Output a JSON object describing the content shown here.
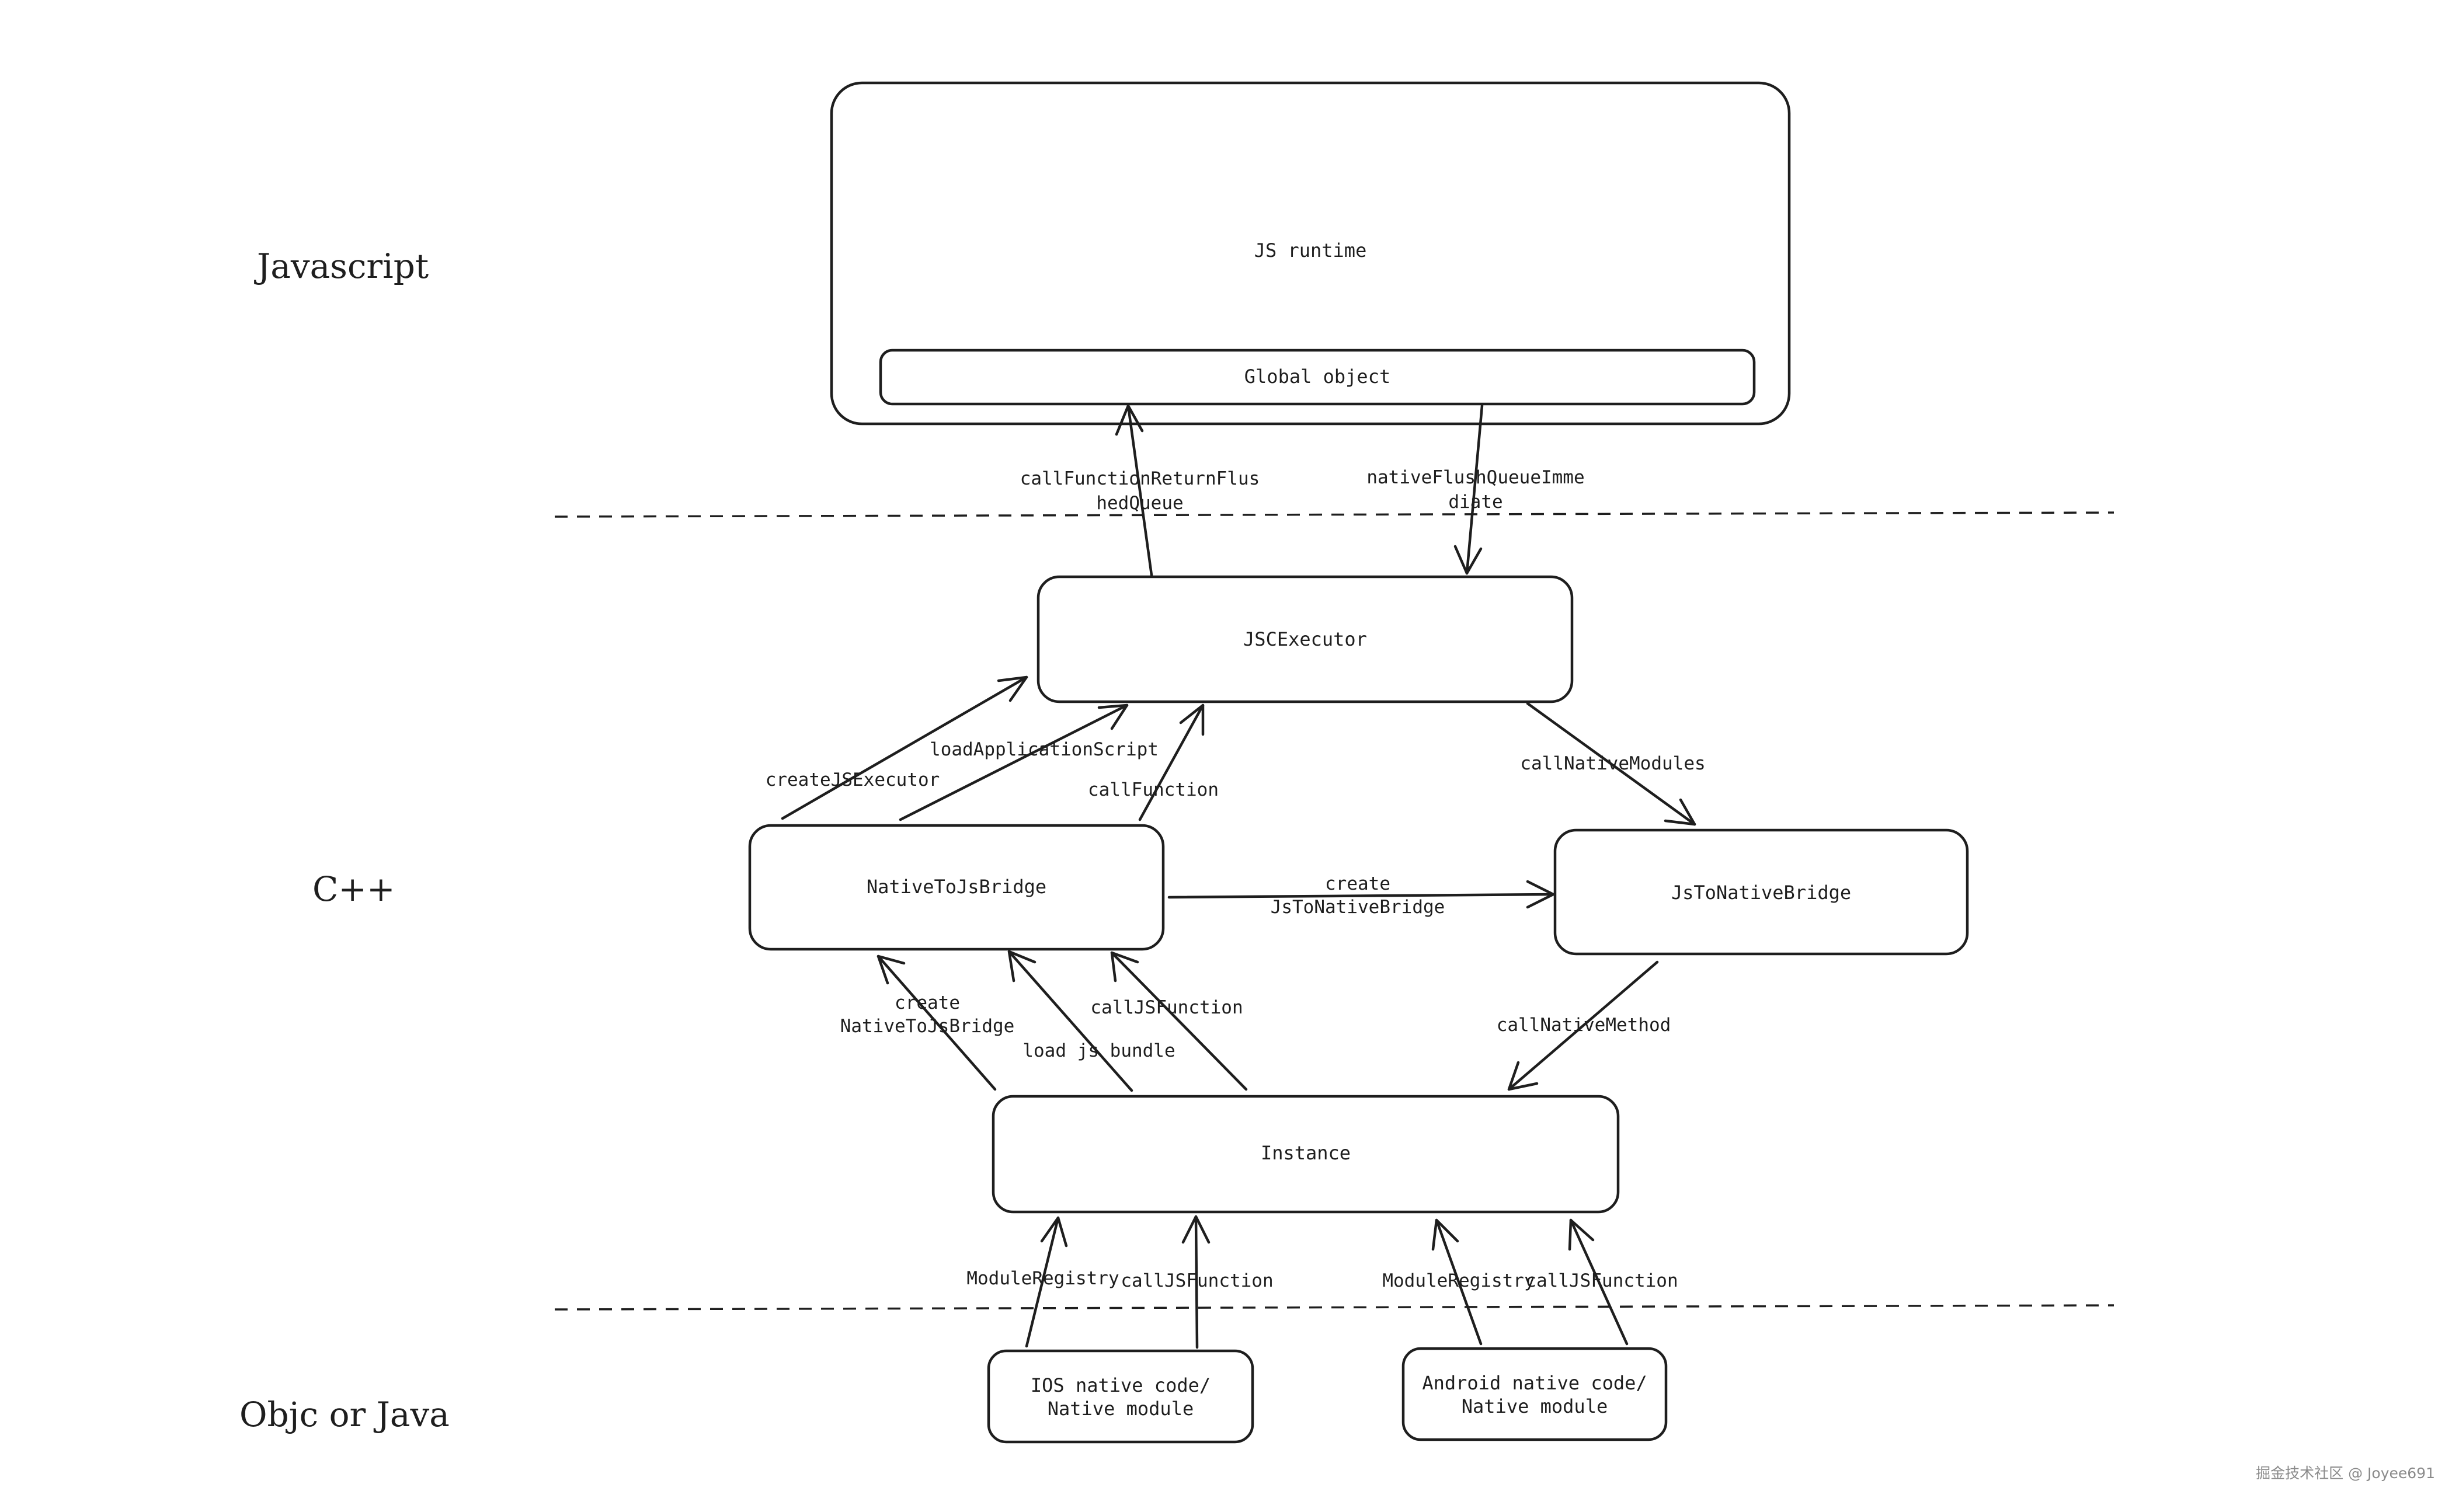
{
  "layers": {
    "javascript": "Javascript",
    "cpp": "C++",
    "native": "Objc or Java"
  },
  "nodes": {
    "js_runtime": "JS runtime",
    "global_object": "Global object",
    "jsc_executor": "JSCExecutor",
    "native_to_js_bridge": "NativeToJsBridge",
    "js_to_native_bridge": "JsToNativeBridge",
    "instance": "Instance",
    "ios_native": [
      "IOS native code/",
      "Native module"
    ],
    "android_native": [
      "Android native code/",
      "Native module"
    ]
  },
  "edges": {
    "call_function_return_flushed_queue": [
      "callFunctionReturnFlus",
      "hedQueue"
    ],
    "native_flush_queue_immediate": [
      "nativeFlushQueueImme",
      "diate"
    ],
    "create_js_executor": "createJSExecutor",
    "load_application_script": "loadApplicationScript",
    "call_function": "callFunction",
    "call_native_modules": "callNativeModules",
    "create_js_to_native_bridge": [
      "create",
      "JsToNativeBridge"
    ],
    "create_native_to_js_bridge": [
      "create",
      "NativeToJsBridge"
    ],
    "load_js_bundle": "load js bundle",
    "call_js_function_instance": "callJSFunction",
    "call_native_method": "callNativeMethod",
    "ios_module_registry": "ModuleRegistry",
    "ios_call_js_function": "callJSFunction",
    "android_module_registry": "ModuleRegistry",
    "android_call_js_function": "callJSFunction"
  },
  "watermark": "掘金技术社区 @ Joyee691"
}
